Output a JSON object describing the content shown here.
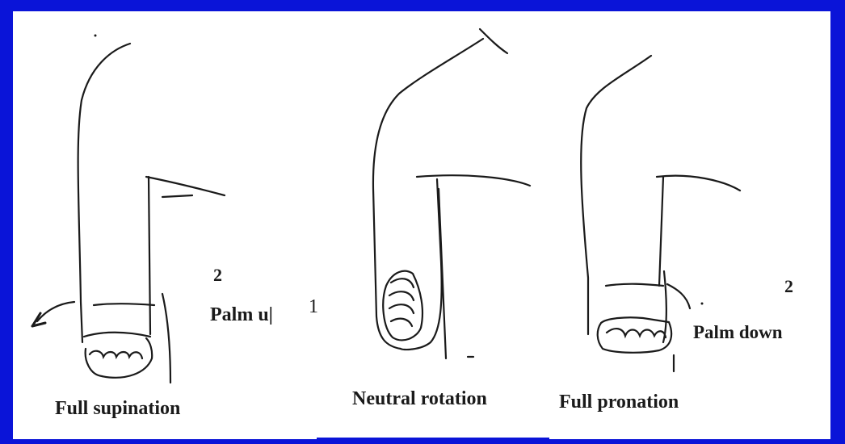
{
  "labels": {
    "full_supination": "Full supination",
    "neutral_rotation": "Neutral rotation",
    "full_pronation": "Full pronation",
    "palm_up": "Palm u|",
    "palm_down": "Palm down",
    "num_2_left": "2",
    "num_1": "1",
    "num_2_right": "2"
  },
  "colors": {
    "border": "#0a14d8",
    "background": "#ffffff",
    "ink": "#1a1a1a"
  }
}
